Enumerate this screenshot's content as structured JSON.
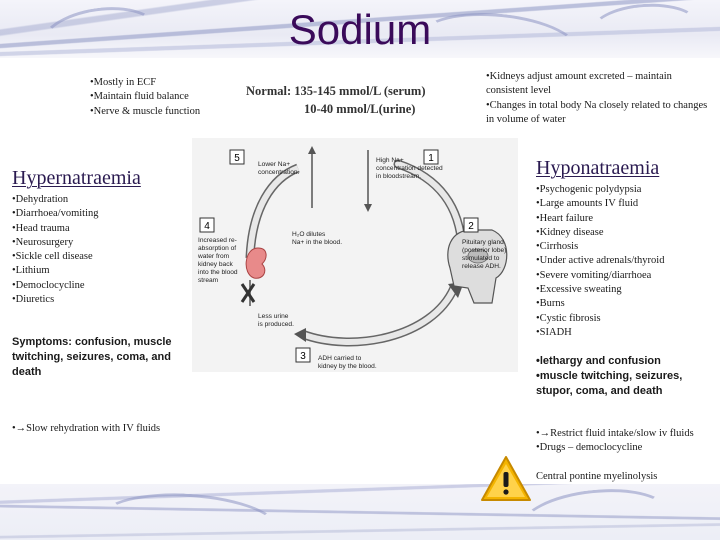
{
  "title": "Sodium",
  "top_left": [
    "•Mostly in ECF",
    "•Maintain fluid balance",
    "•Nerve & muscle function"
  ],
  "normal": {
    "line1": "Normal: 135-145 mmol/L (serum)",
    "line2": "10-40 mmol/L(urine)"
  },
  "top_right": [
    "•Kidneys adjust amount excreted – maintain consistent level",
    "•Changes in total body Na closely related to changes in volume of water"
  ],
  "hyper": {
    "heading": "Hypernatraemia",
    "causes": [
      "•Dehydration",
      "•Diarrhoea/vomiting",
      "•Head trauma",
      "•Neurosurgery",
      "•Sickle cell disease",
      "•Lithium",
      "•Democlocycline",
      "•Diuretics"
    ],
    "symptoms": "Symptoms: confusion, muscle twitching, seizures, coma, and death",
    "treatment": "•→Slow rehydration with IV fluids"
  },
  "hypo": {
    "heading": "Hyponatraemia",
    "causes": [
      "•Psychogenic polydypsia",
      "•Large amounts IV fluid",
      "•Heart failure",
      "•Kidney disease",
      "•Cirrhosis",
      "•Under active adrenals/thyroid",
      "•Severe vomiting/diarrhoea",
      "•Excessive sweating",
      "•Burns",
      "•Cystic fibrosis",
      "•SIADH"
    ],
    "symptoms": [
      "•lethargy and confusion",
      "•muscle twitching, seizures, stupor, coma, and death"
    ],
    "treatment": [
      "•→Restrict fluid intake/slow iv fluids",
      "•Drugs – democlocycline"
    ],
    "warning": "Central pontine myelinolysis"
  },
  "diagram": {
    "n1": "1",
    "n2": "2",
    "n3": "3",
    "n4": "4",
    "n5": "5",
    "s1": [
      "High Na+",
      "concentration detected",
      "in bloodstream."
    ],
    "s2": [
      "Pituitary gland",
      "(posterior lobe)",
      "stimulated to",
      "release ADH."
    ],
    "s3": [
      "ADH carried to",
      "kidney by the blood."
    ],
    "s4": [
      "Increased re-",
      "absorption of",
      "water from",
      "kidney back",
      "into the blood",
      "stream"
    ],
    "s5": [
      "Lower Na+",
      "concentration."
    ],
    "mid": [
      "H₂O dilutes",
      "Na+ in the blood."
    ],
    "less": [
      "Less urine",
      "is produced."
    ]
  },
  "colors": {
    "title": "#3a0a5a",
    "heading": "#2a1a50",
    "warning": "#f4b400"
  }
}
